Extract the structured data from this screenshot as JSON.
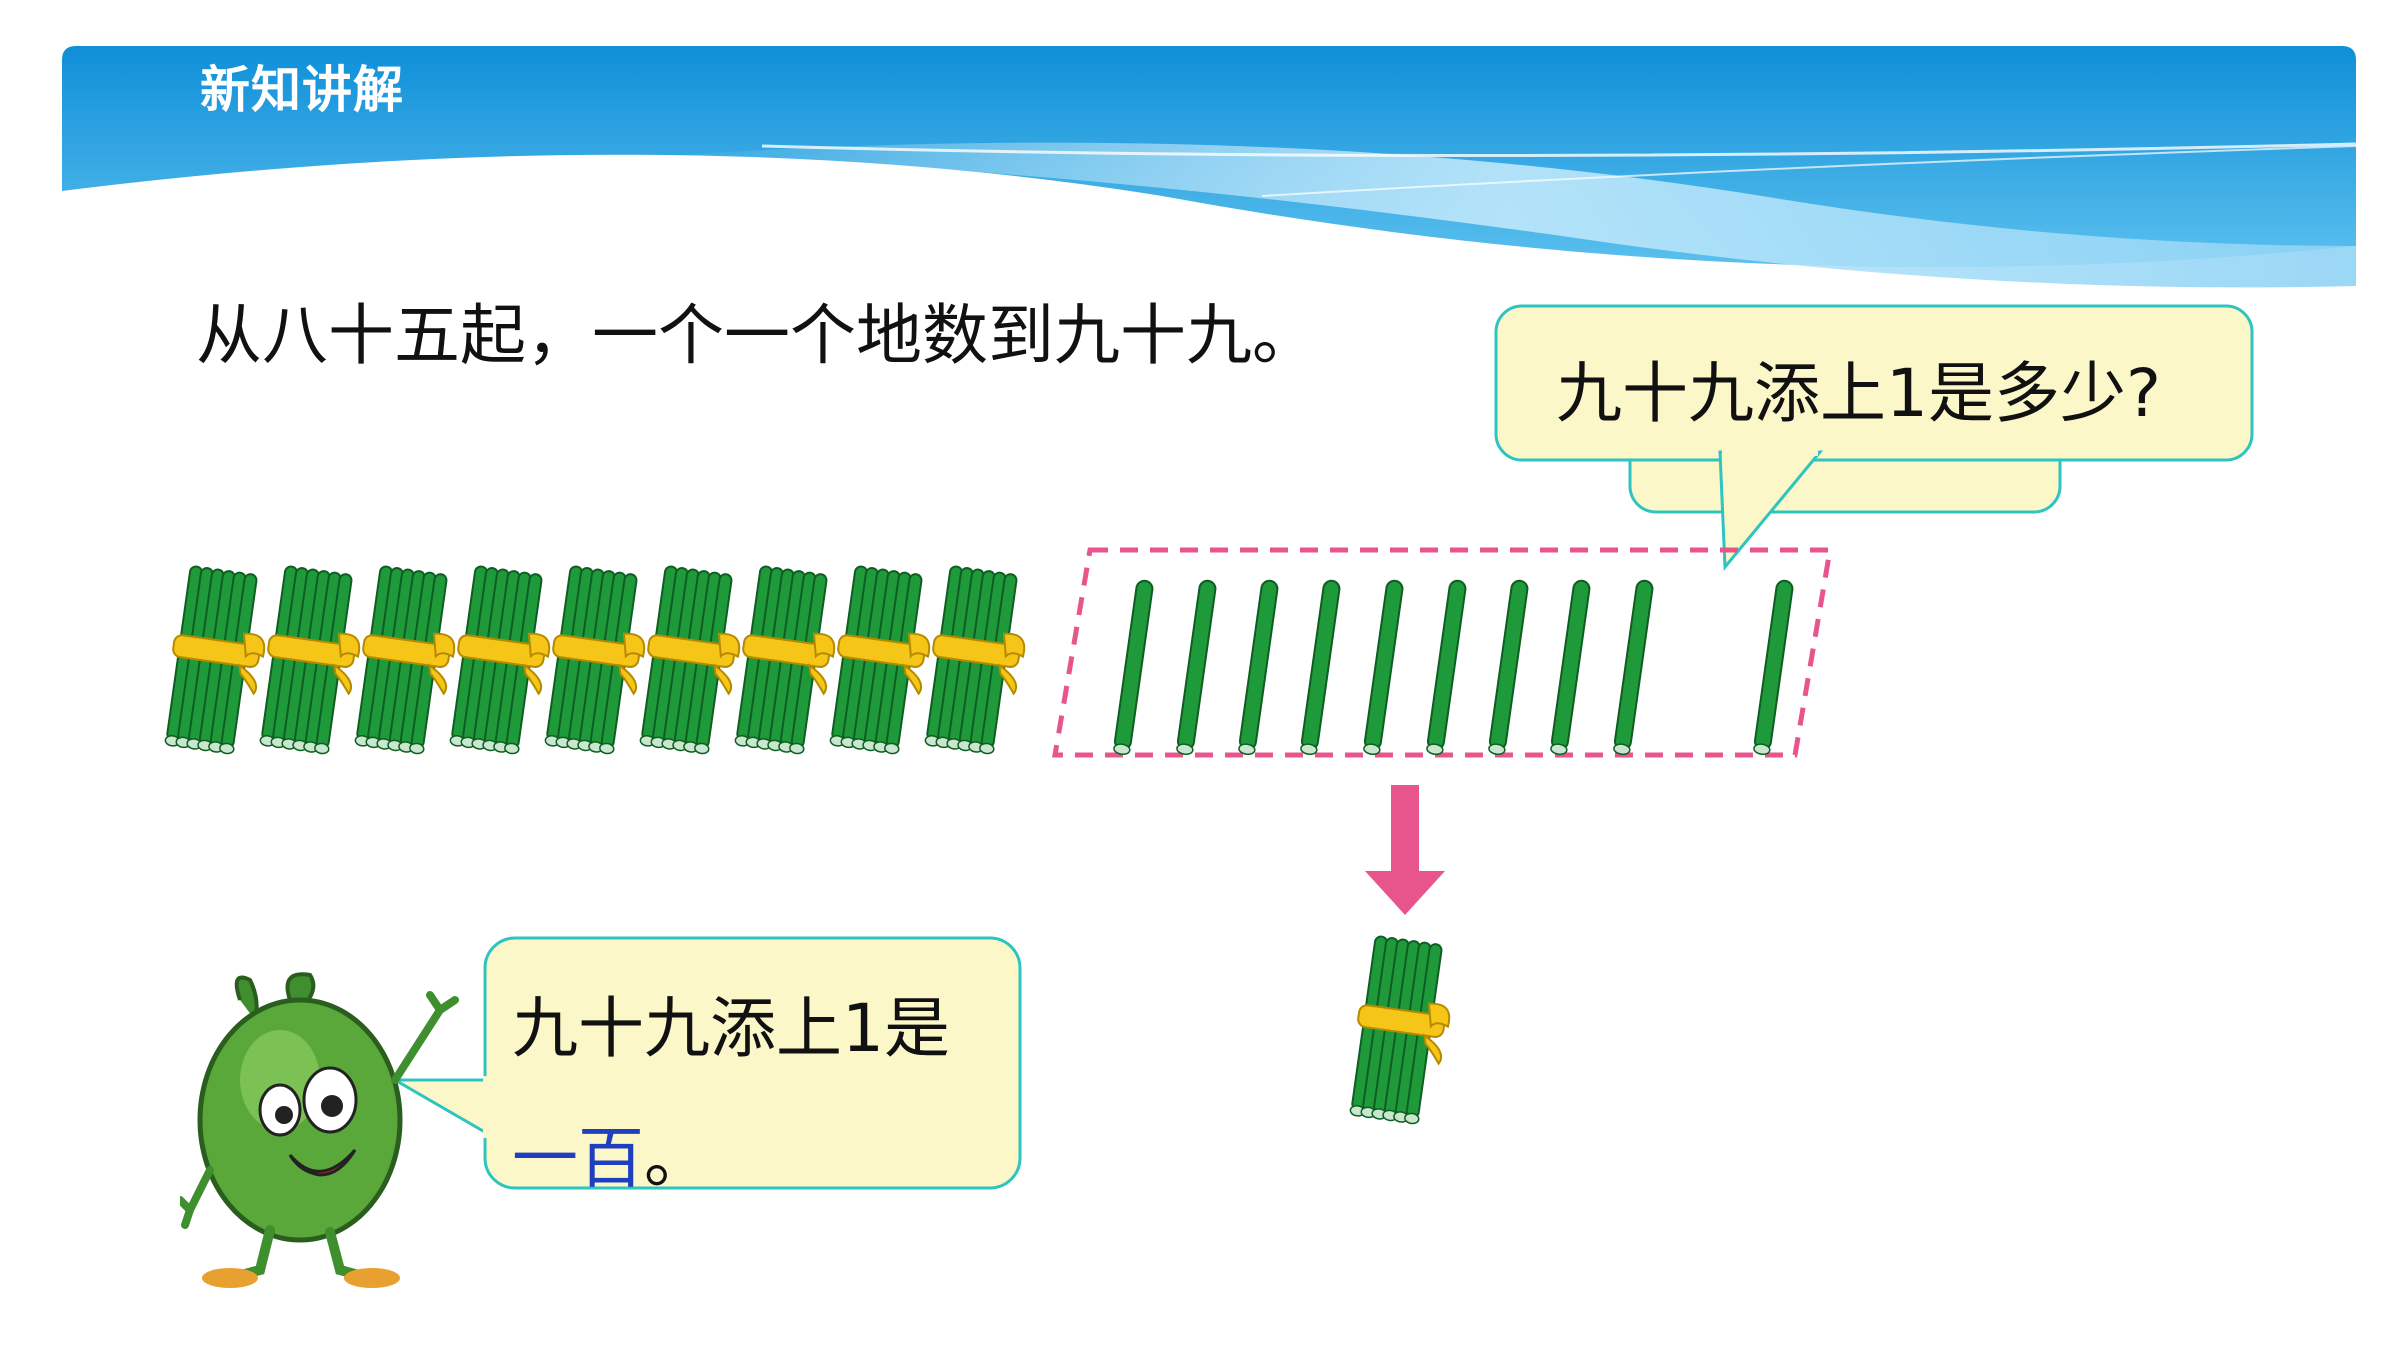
{
  "header": {
    "title": "新知讲解"
  },
  "main": {
    "instruction": "从八十五起，一个一个地数到九十九。",
    "question_bubble": "九十九添上1是多少?",
    "answer_bubble": {
      "line1": "九十九添上1是",
      "answer": "一百",
      "end": "。"
    }
  },
  "figure": {
    "bundles_of_ten": 9,
    "single_sticks": 10,
    "result_bundles": 1
  },
  "colors": {
    "banner_dark": "#1296db",
    "banner_light": "#aee0f8",
    "stick_green": "#1f9a3a",
    "ribbon_yellow": "#f5c518",
    "selection_pink": "#e8558c",
    "bubble_fill": "#fbf7c9",
    "bubble_border": "#2ec4c0",
    "answer_blue": "#1f3fbf"
  },
  "icons": {
    "mascot": "green-pepper-mascot-icon",
    "arrow": "down-arrow-icon"
  }
}
